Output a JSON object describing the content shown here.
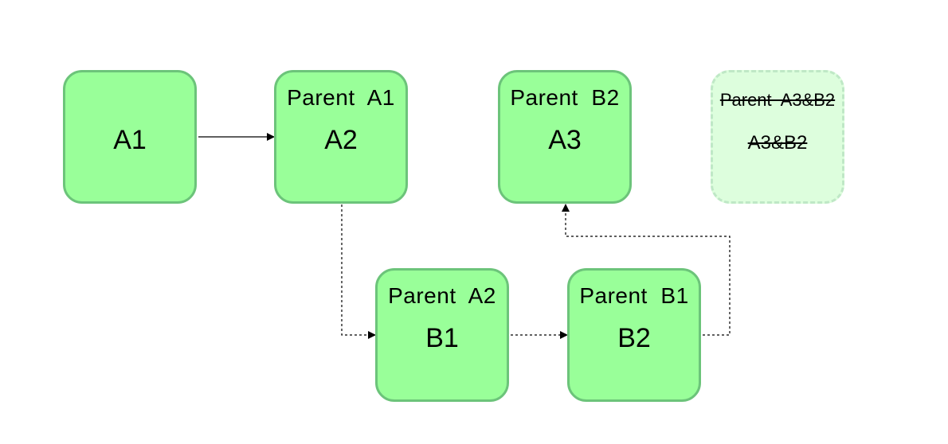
{
  "nodes": {
    "a1": {
      "label": "A1"
    },
    "a2": {
      "parent": "Parent  A1",
      "label": "A2"
    },
    "a3": {
      "parent": "Parent  B2",
      "label": "A3"
    },
    "a3b2": {
      "parent": "Parent  A3&B2",
      "label": "A3&B2",
      "style": "dashed, faded, struck-through"
    },
    "b1": {
      "parent": "Parent  A2",
      "label": "B1"
    },
    "b2": {
      "parent": "Parent  B1",
      "label": "B2"
    }
  },
  "edges": [
    {
      "from": "A1",
      "to": "A2",
      "style": "solid"
    },
    {
      "from": "A2",
      "to": "B1",
      "style": "dashed"
    },
    {
      "from": "B1",
      "to": "B2",
      "style": "dashed"
    },
    {
      "from": "B2",
      "to": "A3",
      "style": "dashed"
    }
  ],
  "colors": {
    "node_fill": "#99ff99",
    "node_border": "#6cc47a",
    "ghost_fill": "#ddfedd",
    "ghost_border": "#bfe8c6",
    "edge": "#000000"
  }
}
